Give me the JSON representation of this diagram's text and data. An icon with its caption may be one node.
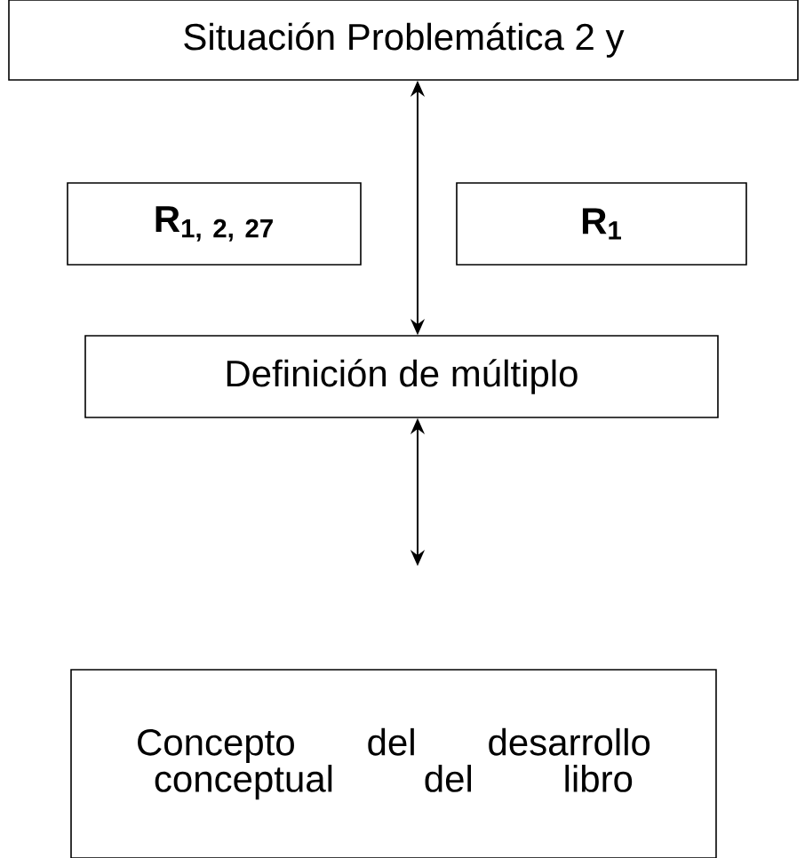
{
  "diagram": {
    "nodes": [
      {
        "text": [
          "Situación Problemática 2 y"
        ]
      },
      {
        "text": [
          "R$_{1, 2, 27}$"
        ]
      },
      {
        "text": [
          "R$_{1}$"
        ]
      },
      {
        "text": [
          "Definición de múltiplo"
        ]
      },
      {
        "text": [
          "Concepto del desarrollo conceptual del libro"
        ]
      }
    ],
    "edges": [
      {
        "from": 0,
        "to": 3,
        "arrow": "both"
      },
      {
        "from": 3,
        "to": 4,
        "arrow": "both"
      }
    ]
  }
}
